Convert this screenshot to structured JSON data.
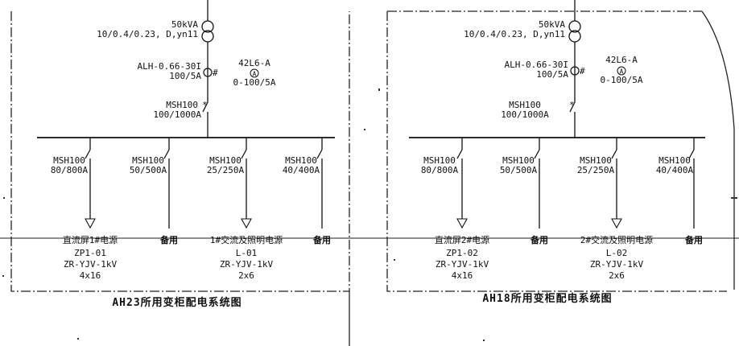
{
  "panels": [
    {
      "transformer": {
        "rating": "50kVA",
        "spec": "10/0.4/0.23, D,yn11"
      },
      "ct": {
        "model": "ALH-0.66-30I",
        "ratio": "100/5A"
      },
      "ammeter": {
        "model": "42L6-A",
        "symbol": "A",
        "range": "0-100/5A"
      },
      "main_breaker": {
        "model": "MSH100",
        "rating": "100/1000A"
      },
      "branches": [
        {
          "breaker_model": "MSH100",
          "breaker_rating": "80/800A",
          "name": "直流屏1#电源",
          "code": "ZP1-01",
          "cable": "ZR-YJV-1kV",
          "size": "4x16"
        },
        {
          "breaker_model": "MSH100",
          "breaker_rating": "50/500A",
          "name": "备用",
          "code": "",
          "cable": "",
          "size": ""
        },
        {
          "breaker_model": "MSH100",
          "breaker_rating": "25/250A",
          "name": "1#交流及照明电源",
          "code": "L-01",
          "cable": "ZR-YJV-1kV",
          "size": "2x6"
        },
        {
          "breaker_model": "MSH100",
          "breaker_rating": "40/400A",
          "name": "备用",
          "code": "",
          "cable": "",
          "size": ""
        }
      ],
      "caption": "AH23所用变柜配电系统图"
    },
    {
      "transformer": {
        "rating": "50kVA",
        "spec": "10/0.4/0.23, D,yn11"
      },
      "ct": {
        "model": "ALH-0.66-30I",
        "ratio": "100/5A"
      },
      "ammeter": {
        "model": "42L6-A",
        "symbol": "A",
        "range": "0-100/5A"
      },
      "main_breaker": {
        "model": "MSH100",
        "rating": "100/1000A"
      },
      "branches": [
        {
          "breaker_model": "MSH100",
          "breaker_rating": "80/800A",
          "name": "直流屏2#电源",
          "code": "ZP1-02",
          "cable": "ZR-YJV-1kV",
          "size": "4x16"
        },
        {
          "breaker_model": "MSH100",
          "breaker_rating": "50/500A",
          "name": "备用",
          "code": "",
          "cable": "",
          "size": ""
        },
        {
          "breaker_model": "MSH100",
          "breaker_rating": "25/250A",
          "name": "2#交流及照明电源",
          "code": "L-02",
          "cable": "ZR-YJV-1kV",
          "size": "2x6"
        },
        {
          "breaker_model": "MSH100",
          "breaker_rating": "40/400A",
          "name": "备用",
          "code": "",
          "cable": "",
          "size": ""
        }
      ],
      "caption": "AH18所用变柜配电系统图"
    }
  ]
}
